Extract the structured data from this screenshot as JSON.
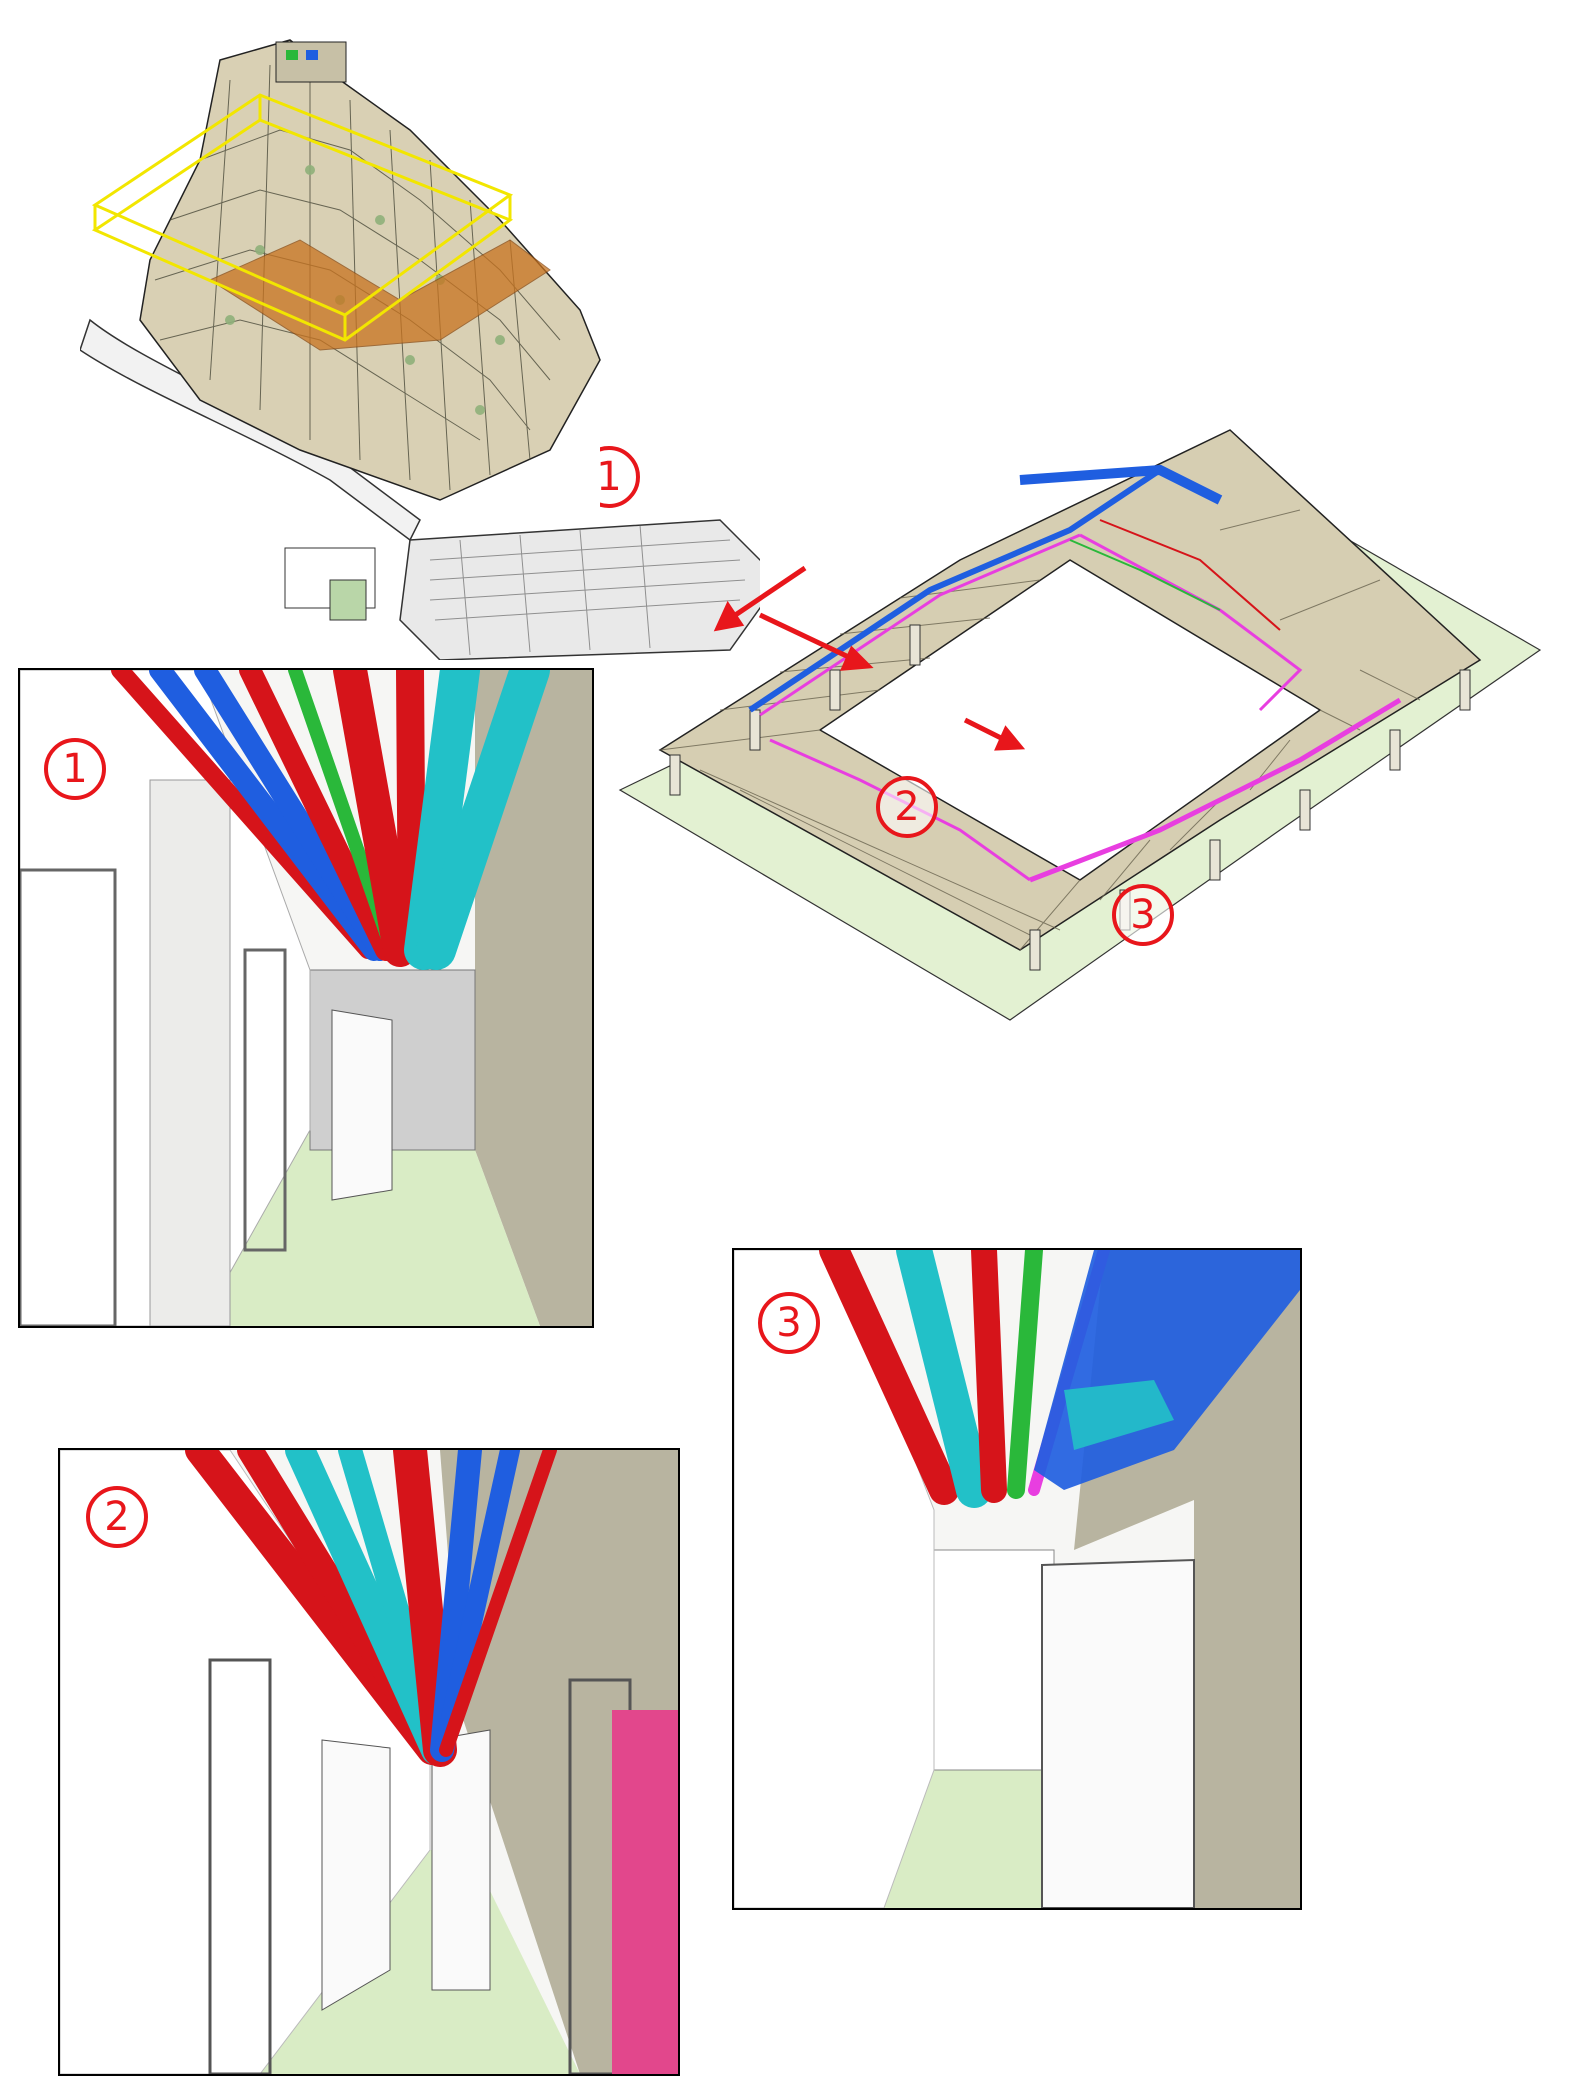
{
  "markers": {
    "route_1": "1",
    "route_2": "2",
    "route_3": "3",
    "view_1": "1",
    "view_2": "2",
    "view_3": "3"
  },
  "colors": {
    "section_box": "#f2e600",
    "marker_red": "#e8161b",
    "pipe_red": "#d6141a",
    "pipe_blue": "#1f5ee0",
    "pipe_cyan": "#22c1c8",
    "pipe_green": "#2ab83a",
    "pipe_magenta": "#e83ee0",
    "floor": "#d9ecc5",
    "wall_grey": "#b8b4a0",
    "structure": "#cfc6a8"
  }
}
